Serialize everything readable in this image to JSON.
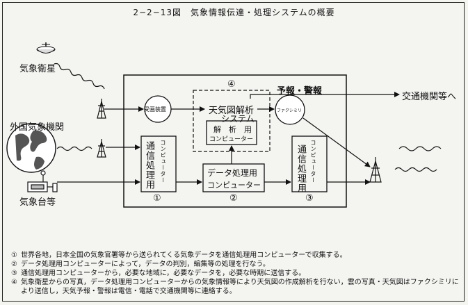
{
  "title": "2−2−13図　気象情報伝達・処理システムの概要",
  "labels": {
    "satellite": "気象衛星",
    "foreign": "外国気象機関",
    "observatory": "気象台等",
    "receiver": "受画装置",
    "facsimile": "ファクシミリ",
    "forecast": "予報・警報",
    "traffic": "交通機関等へ",
    "weather_system_1": "天気図解析",
    "weather_system_2": "システム",
    "analysis_1": "解　析　用",
    "analysis_2": "コンピューター",
    "data_proc_1": "データ処理用",
    "data_proc_2": "コンピューター",
    "comm_big": "通信処理用",
    "comm_small": "コンピューター",
    "circle1": "①",
    "circle2": "②",
    "circle3": "③",
    "circle4": "④"
  },
  "notes": [
    {
      "num": "①",
      "text": "世界各地，日本全国の気象官署等から送られてくる気象データを通信処理用コンピューターで収集する。"
    },
    {
      "num": "②",
      "text": "データ処理用コンピューターによって，データの判別，編集等の処理を行なう。"
    },
    {
      "num": "③",
      "text": "通信処理用コンピューターから，必要な地域に，必要なデータを，必要な時期に送信する。"
    },
    {
      "num": "④",
      "text": "気象衛星からの写真，データ処理用コンピューターからの気象情報等により天気図の作成解析を行ない，雲の写真・天気図はファクシミリにより送信し，天気予報・警報は電信・電話で交通機関等に連絡する。"
    }
  ]
}
